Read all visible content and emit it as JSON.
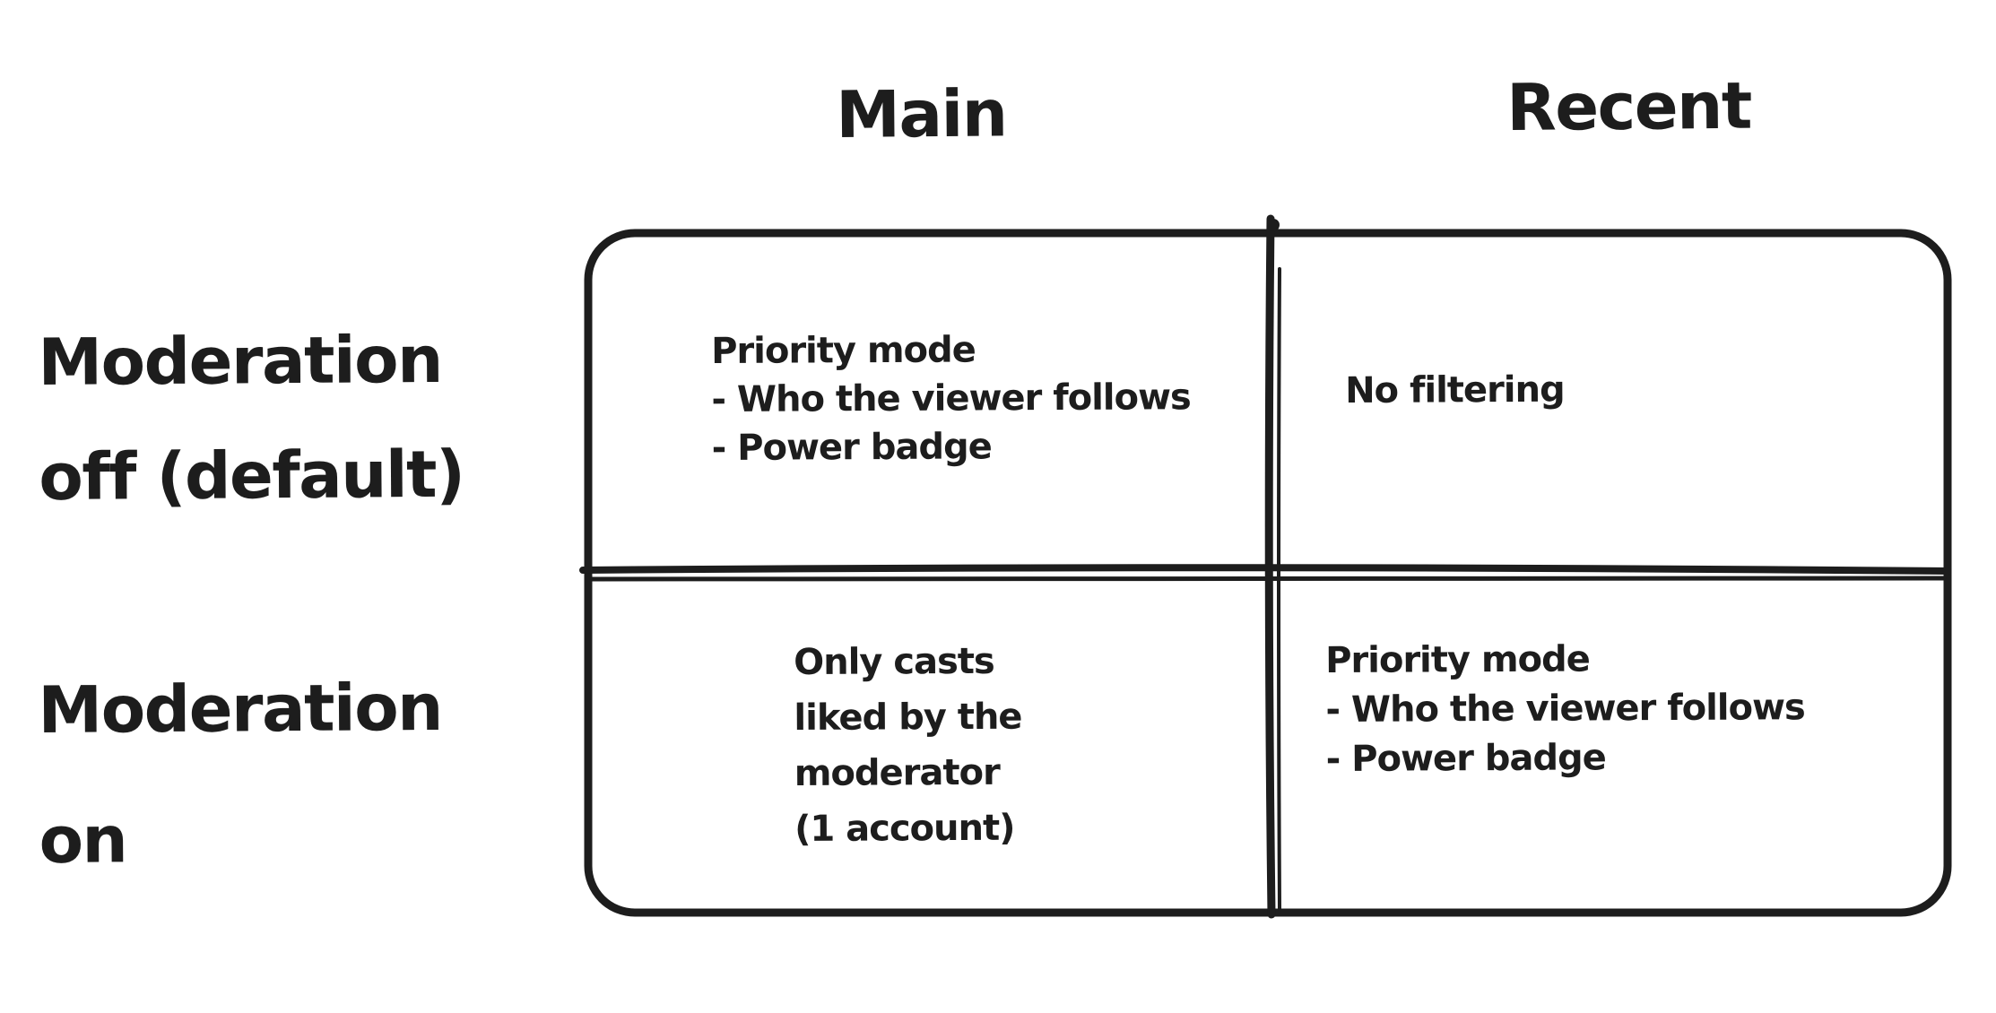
{
  "matrix": {
    "column_headers": {
      "main": "Main",
      "recent": "Recent"
    },
    "row_headers": {
      "off": {
        "lines": [
          "Moderation",
          "off (default)"
        ]
      },
      "on": {
        "lines": [
          "Moderation",
          "on"
        ]
      }
    },
    "cells": {
      "off_main": {
        "lines": [
          "Priority mode",
          "- Who the viewer follows",
          "- Power badge"
        ]
      },
      "off_recent": {
        "lines": [
          "No filtering"
        ]
      },
      "on_main": {
        "lines": [
          "Only casts",
          "liked by the",
          "moderator",
          "(1 account)"
        ]
      },
      "on_recent": {
        "lines": [
          "Priority mode",
          "- Who the viewer follows",
          "- Power badge"
        ]
      }
    },
    "colors": {
      "ink": "#1d1d1d",
      "background": "#ffffff"
    }
  }
}
